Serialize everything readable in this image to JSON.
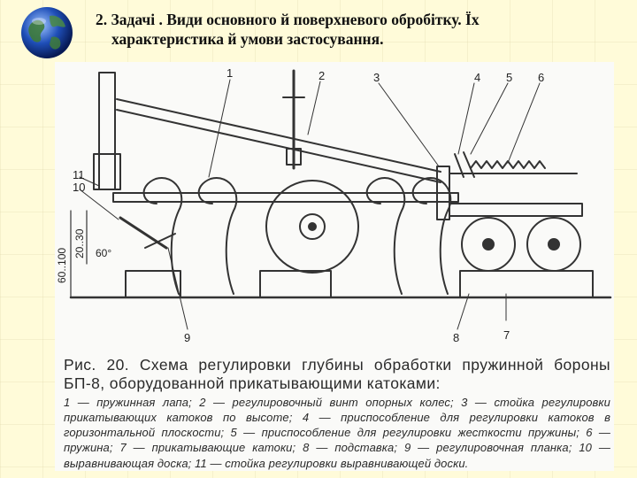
{
  "slide": {
    "title_line1": "2. Задачі . Види основного й поверхневого обробітку. Їх",
    "title_line2": "характеристика й умови застосування."
  },
  "figure": {
    "callouts": [
      "1",
      "2",
      "3",
      "4",
      "5",
      "6",
      "7",
      "8",
      "9",
      "10",
      "11"
    ],
    "dimensions": {
      "depth_range": "60..100",
      "gap_range": "20..30",
      "angle": "60°"
    },
    "caption_heading": "Рис. 20. Схема регулировки глубины обработки пружинной бороны БП-8, оборудованной прикатывающими катоками:",
    "caption_body": "1 — пружинная лапа; 2 — регулировочный винт опорных колес; 3 — стойка регулировки прикатывающих катоков по высоте; 4 — приспособление для регулировки катоков в горизонтальной плоскости; 5 — приспособление для регулировки жесткости пружины; 6 — пружина; 7 — прикатывающие катоки; 8 — подставка; 9 — регулировочная планка; 10 — выравнивающая доска; 11 — стойка регулировки выравнивающей доски."
  }
}
